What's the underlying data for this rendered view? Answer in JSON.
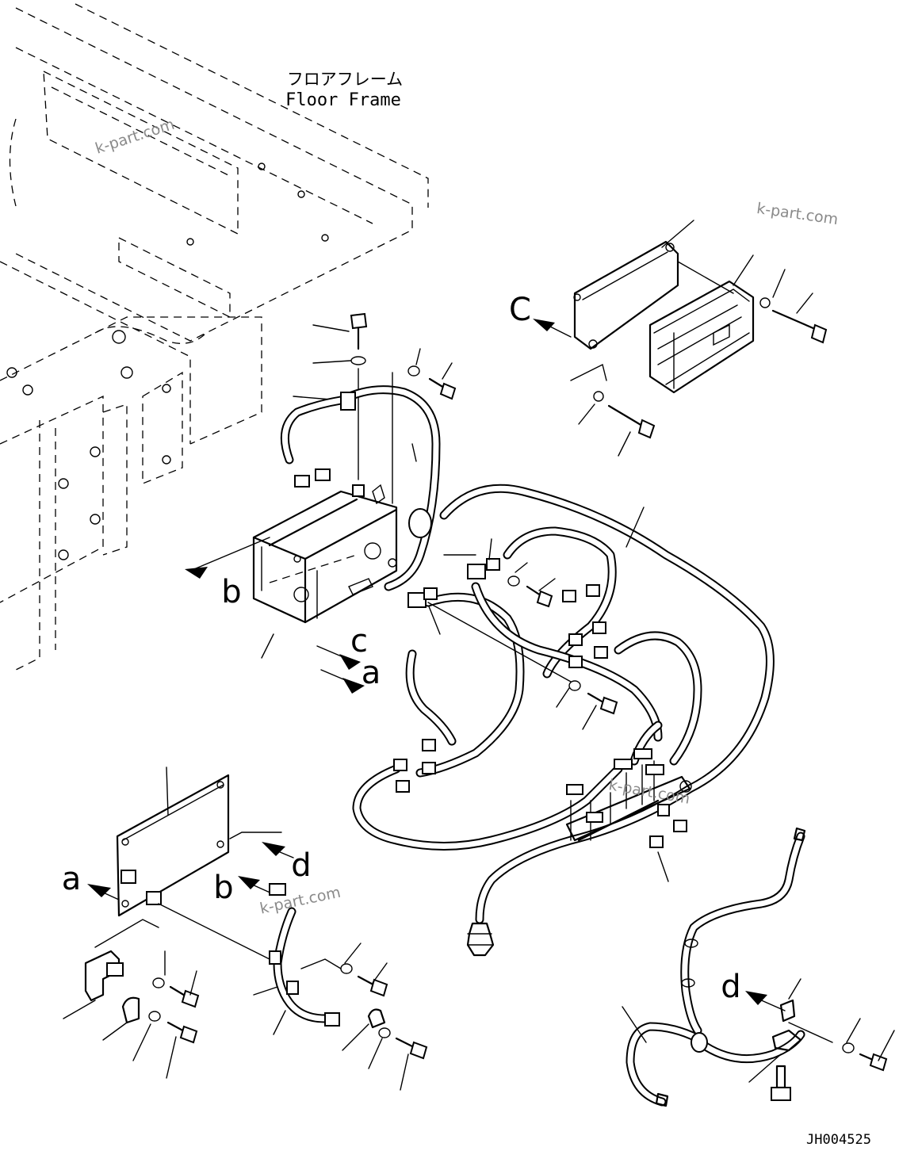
{
  "title_jp": "フロアフレーム",
  "title_en": "Floor Frame",
  "view_labels": {
    "c_top": "C",
    "b": "b",
    "c_box": "c",
    "a_box": "a",
    "d_upper": "d",
    "a_left": "a",
    "b_lower": "b",
    "d_lower": "d"
  },
  "watermarks": [
    "k-part.com",
    "k-part.com",
    "k-part.com",
    "k-part.com"
  ],
  "drawing_id": "JH004525"
}
